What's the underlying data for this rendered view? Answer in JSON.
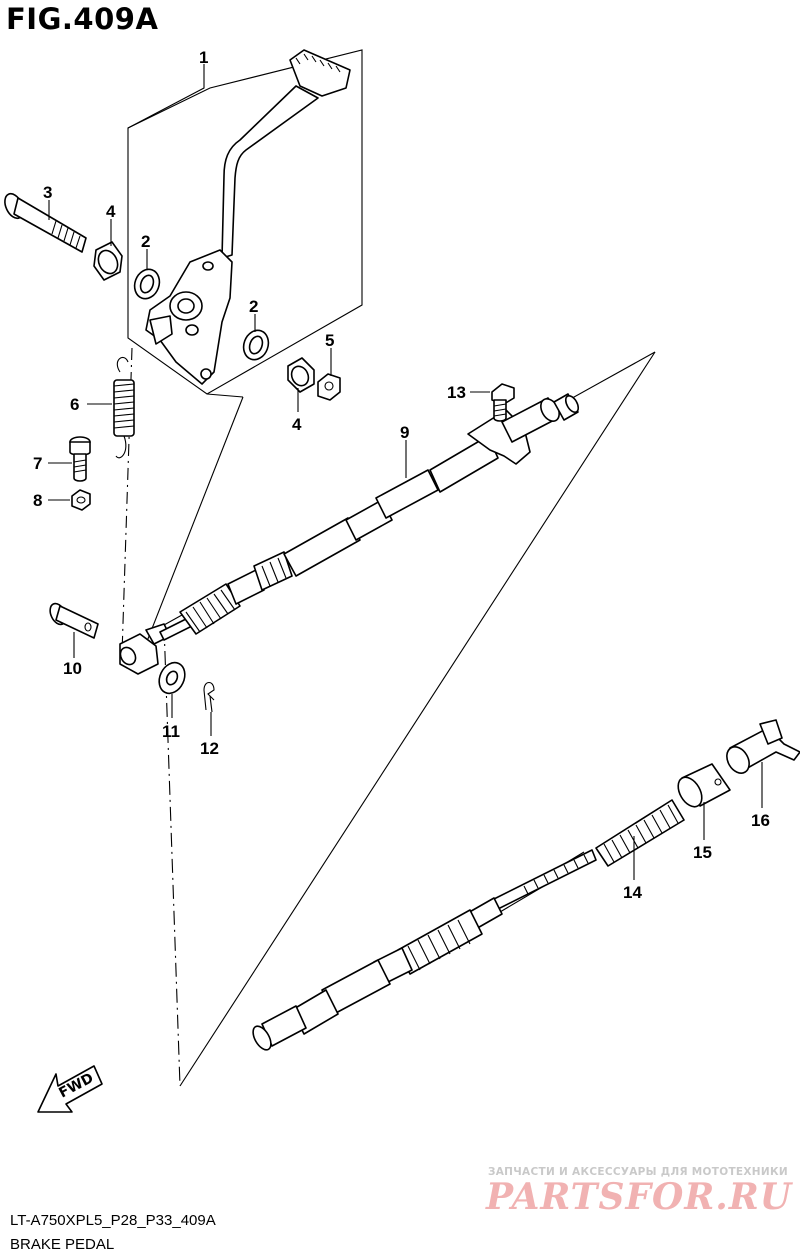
{
  "header": {
    "figure": "FIG.409A"
  },
  "footer": {
    "model_code": "LT-A750XPL5_P28_P33_409A",
    "section_name": "BRAKE PEDAL"
  },
  "watermark": {
    "tagline": "ЗАПЧАСТИ И АКСЕССУАРЫ ДЛЯ МОТОТЕХНИКИ",
    "logo": "PARTSFOR.RU",
    "logo_color": "#f1b2b2"
  },
  "direction_arrow": {
    "label": "FWD",
    "icon": "fwd-arrow-icon"
  },
  "callouts": [
    {
      "id": "1",
      "label": "1"
    },
    {
      "id": "2a",
      "label": "2"
    },
    {
      "id": "2b",
      "label": "2"
    },
    {
      "id": "3",
      "label": "3"
    },
    {
      "id": "4a",
      "label": "4"
    },
    {
      "id": "4b",
      "label": "4"
    },
    {
      "id": "5",
      "label": "5"
    },
    {
      "id": "6",
      "label": "6"
    },
    {
      "id": "7",
      "label": "7"
    },
    {
      "id": "8",
      "label": "8"
    },
    {
      "id": "9",
      "label": "9"
    },
    {
      "id": "10",
      "label": "10"
    },
    {
      "id": "11",
      "label": "11"
    },
    {
      "id": "12",
      "label": "12"
    },
    {
      "id": "13",
      "label": "13"
    },
    {
      "id": "14",
      "label": "14"
    },
    {
      "id": "15",
      "label": "15"
    },
    {
      "id": "16",
      "label": "16"
    }
  ]
}
